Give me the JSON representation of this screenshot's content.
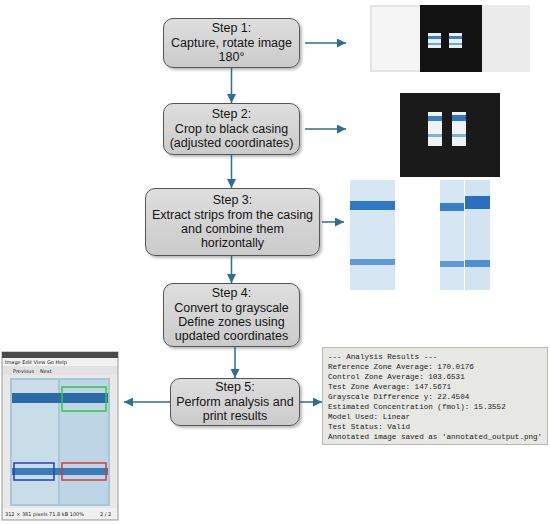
{
  "diagram": {
    "nodes": [
      {
        "text": [
          "Step 1:",
          "Capture, rotate image 180°"
        ]
      },
      {
        "text": [
          "Step 2:",
          "Crop to black casing (adjusted coordinates)"
        ]
      },
      {
        "text": [
          "Step 3:",
          "Extract strips from the casing and combine them horizontally"
        ]
      },
      {
        "text": [
          "Step 4:",
          "Convert to grayscale",
          "Define zones using updated coordinates"
        ]
      },
      {
        "text": [
          "Step 5:",
          "Perform analysis and print results"
        ]
      },
      {
        "text": [
          "--- Analysis Results ---",
          "Reference Zone Average: 170.0176",
          "Control Zone Average: 103.6531",
          "Test Zone Average: 147.5671",
          "Grayscale Difference y: 22.4504",
          "Estimated Concentration (fmol): 15.3552",
          "Model Used: Linear",
          "Test Status: Valid",
          "Annotated image saved as 'annotated_output.png'"
        ]
      }
    ],
    "edges": [
      {
        "from": 0,
        "to": 1,
        "arrow": "to"
      },
      {
        "from": 1,
        "to": 2,
        "arrow": "to"
      },
      {
        "from": 2,
        "to": 3,
        "arrow": "to"
      },
      {
        "from": 3,
        "to": 4,
        "arrow": "to"
      },
      {
        "from": 4,
        "to": 5,
        "arrow": "to"
      }
    ],
    "labels": [
      "Image Edit View Go Help",
      "Previous",
      "Next",
      "312 × 381 pixels 71.8 kB 100%",
      "2 / 2"
    ]
  }
}
